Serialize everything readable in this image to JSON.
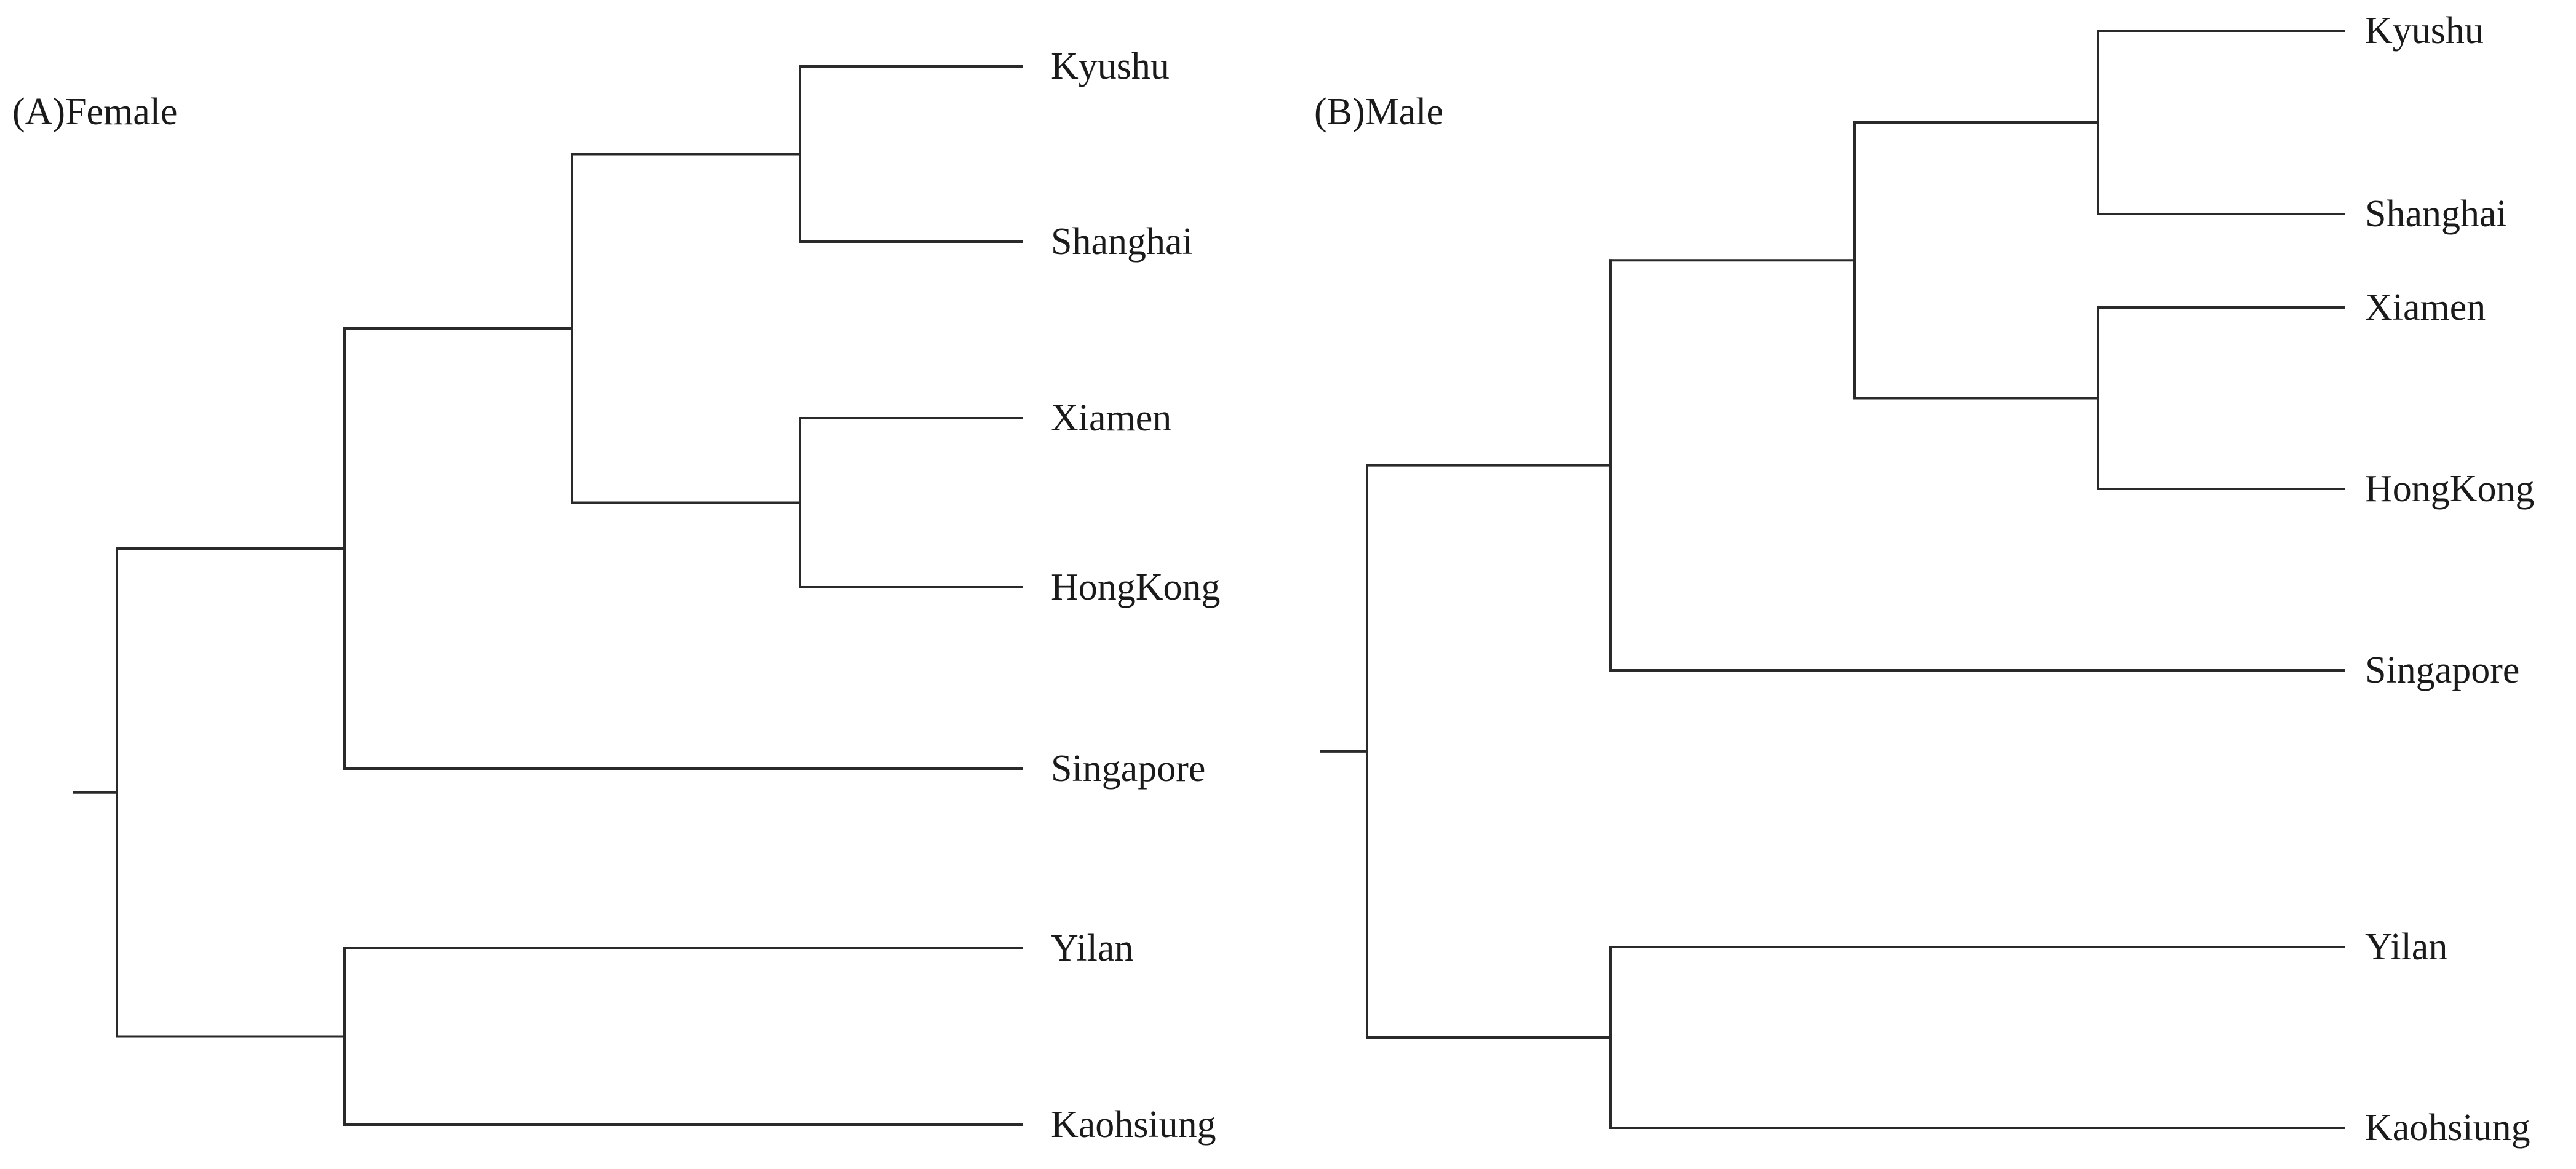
{
  "panels": [
    {
      "id": "female",
      "title": "(A)Female",
      "tree": {
        "children": [
          {
            "children": [
              {
                "children": [
                  {
                    "children": [
                      {
                        "label": "Kyushu"
                      },
                      {
                        "label": "Shanghai"
                      }
                    ]
                  },
                  {
                    "children": [
                      {
                        "label": "Xiamen"
                      },
                      {
                        "label": "HongKong"
                      }
                    ]
                  }
                ]
              },
              {
                "label": "Singapore"
              }
            ]
          },
          {
            "children": [
              {
                "label": "Yilan"
              },
              {
                "label": "Kaohsiung"
              }
            ]
          }
        ]
      }
    },
    {
      "id": "male",
      "title": "(B)Male",
      "tree": {
        "children": [
          {
            "children": [
              {
                "children": [
                  {
                    "children": [
                      {
                        "label": "Kyushu"
                      },
                      {
                        "label": "Shanghai"
                      }
                    ]
                  },
                  {
                    "children": [
                      {
                        "label": "Xiamen"
                      },
                      {
                        "label": "HongKong"
                      }
                    ]
                  }
                ]
              },
              {
                "label": "Singapore"
              }
            ]
          },
          {
            "children": [
              {
                "label": "Yilan"
              },
              {
                "label": "Kaohsiung"
              }
            ]
          }
        ]
      }
    }
  ]
}
